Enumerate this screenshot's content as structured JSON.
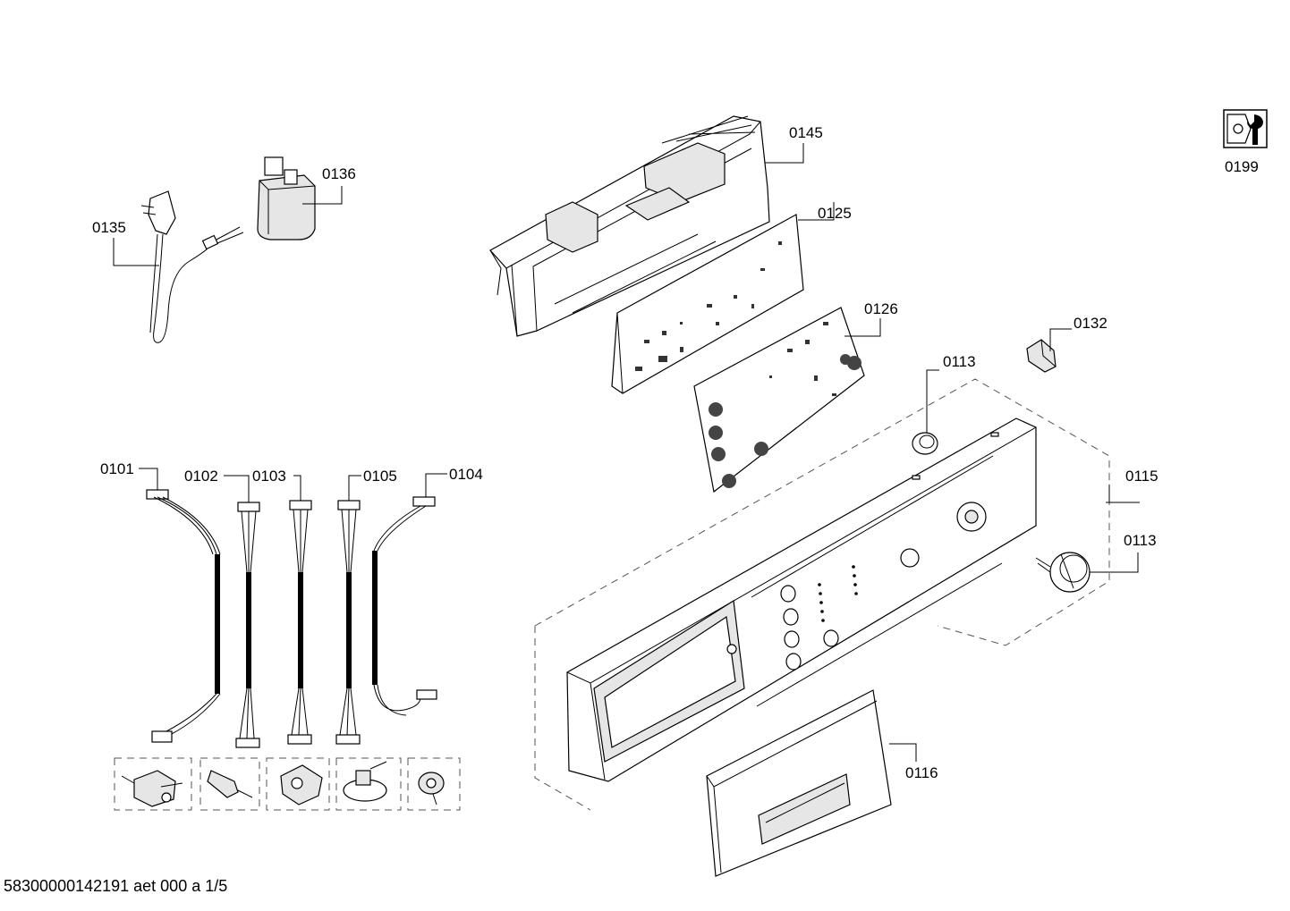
{
  "diagram": {
    "labels": {
      "p0145": "0145",
      "p0136": "0136",
      "p0135": "0135",
      "p0125": "0125",
      "p0126": "0126",
      "p0132": "0132",
      "p0113a": "0113",
      "p0113b": "0113",
      "p0115": "0115",
      "p0116": "0116",
      "p0101": "0101",
      "p0102": "0102",
      "p0103": "0103",
      "p0105": "0105",
      "p0104": "0104",
      "p0199": "0199"
    },
    "footer": "58300000142191 aet 000 a 1/5"
  },
  "icons": {
    "service": "service-wrench-icon"
  }
}
